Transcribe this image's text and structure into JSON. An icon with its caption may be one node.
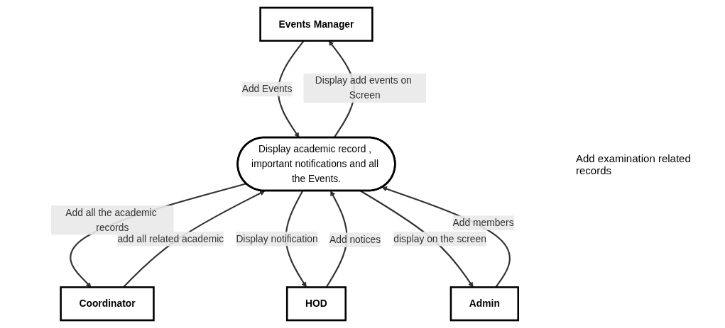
{
  "diagram": {
    "nodes": [
      {
        "text": [
          "Events Manager"
        ]
      },
      {
        "text": [
          "Coordinator"
        ]
      },
      {
        "text": [
          "Display academic record , important notifications and all the Events."
        ]
      },
      {
        "text": [
          "HOD"
        ]
      },
      {
        "text": [
          "Admin"
        ]
      }
    ],
    "edges": [
      {
        "from": 0,
        "to": 2,
        "arrow": "to",
        "label": "Add Events"
      },
      {
        "from": 2,
        "to": 0,
        "arrow": "to",
        "label": "Display add events on Screen"
      },
      {
        "from": 1,
        "to": 2,
        "arrow": "to",
        "label": "add all related academic"
      },
      {
        "from": 2,
        "to": 1,
        "arrow": "to",
        "label": "Add all the academic records"
      },
      {
        "from": 2,
        "to": 3,
        "arrow": "to",
        "label": "Display notification"
      },
      {
        "from": 3,
        "to": 2,
        "arrow": "to",
        "label": "Add notices"
      },
      {
        "from": 2,
        "to": 4,
        "arrow": "to",
        "label": "display on the screen"
      },
      {
        "from": 4,
        "to": 2,
        "arrow": "to",
        "label": "Add members"
      }
    ],
    "labels": [
      "Add examination related records"
    ]
  }
}
